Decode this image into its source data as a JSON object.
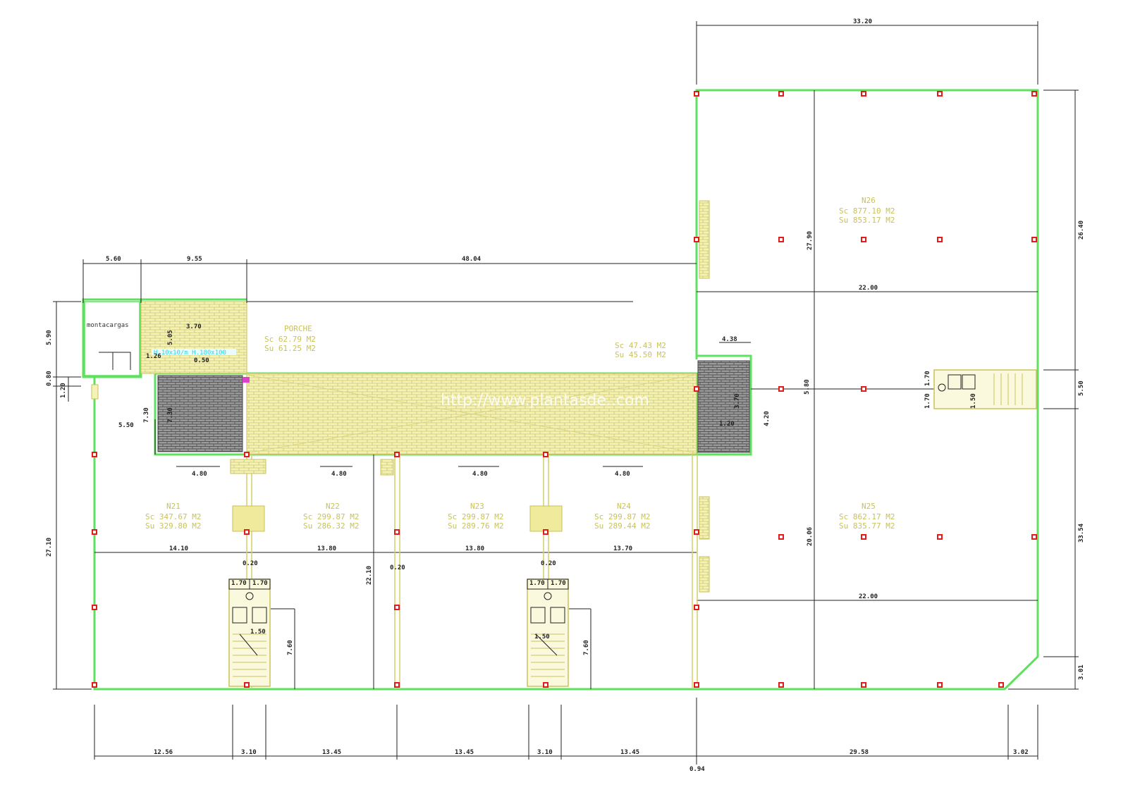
{
  "colors": {
    "wall": "#5fe05f",
    "yellow_lines": "#d4cf6a",
    "columns": "#e21b1b",
    "dimensions": "#222222",
    "hatch_grey": "#8c8c8c",
    "cyan_note": "#2cd9e6"
  },
  "top_dims": {
    "d5_60": "5.60",
    "d9_55": "9.55",
    "d48_04": "48.04",
    "d33_20": "33.20"
  },
  "right_dims": {
    "d26_40": "26.40",
    "d5_50": "5.50",
    "d33_54": "33.54",
    "d3_01": "3.01"
  },
  "left_dims": {
    "d5_90": "5.90",
    "d0_80": "0.80",
    "d1_20": "1.20",
    "d27_10": "27.10"
  },
  "bottom_dims": {
    "b1": "12.56",
    "b2": "3.10",
    "b3": "13.45",
    "b4": "13.45",
    "b5": "3.10",
    "b6": "13.45",
    "b7": "0.94",
    "b8": "29.58",
    "b9": "3.02"
  },
  "inner_dims": {
    "d3_70": "3.70",
    "d5_05": "5.05",
    "d0_50": "0.50",
    "d1_26": "1.26",
    "d5_50": "5.50",
    "d7_30a": "7.30",
    "d7_30b": "7.30",
    "d4_80a": "4.80",
    "d4_80b": "4.80",
    "d4_80c": "4.80",
    "d4_80d": "4.80",
    "d14_10": "14.10",
    "d13_80a": "13.80",
    "d13_80b": "13.80",
    "d13_70": "13.70",
    "d0_20a": "0.20",
    "d0_20b": "0.20",
    "d0_20c": "0.20",
    "d22_10": "22.10",
    "d1_70a": "1.70",
    "d1_70b": "1.70",
    "d1_70c": "1.70",
    "d1_70d": "1.70",
    "d1_50a": "1.50",
    "d1_50b": "1.50",
    "d7_60a": "7.60",
    "d7_60b": "7.60",
    "d4_38": "4.38",
    "d4_20": "4.20",
    "d3_70b": "3.70",
    "d1_20b": "1.20",
    "d5_80": "5.80",
    "d27_90": "27.90",
    "d22_00a": "22.00",
    "d22_00b": "22.00",
    "d20_06": "20.06",
    "d1_70e": "1.70",
    "d1_70f": "1.70",
    "d1_50c": "1.50"
  },
  "labels": {
    "montacargas": "montacargas",
    "cyan_note": "H.10x10/m H.180x100",
    "porche_title": "PORCHE",
    "porche_sc": "Sc 62.79  M2",
    "porche_su": "Su 61.25  M2",
    "small_sc": "Sc 47.43 M2",
    "small_su": "Su 45.50 M2",
    "watermark": "http://www.plantasde..com"
  },
  "units": [
    {
      "name": "N21",
      "sc": "Sc 347.67 M2",
      "su": "Su 329.80 M2"
    },
    {
      "name": "N22",
      "sc": "Sc 299.87 M2",
      "su": "Su 286.32 M2"
    },
    {
      "name": "N23",
      "sc": "Sc 299.87 M2",
      "su": "Su 289.76 M2"
    },
    {
      "name": "N24",
      "sc": "Sc 299.87 M2",
      "su": "Su 289.44 M2"
    },
    {
      "name": "N25",
      "sc": "Sc 862.17 M2",
      "su": "Su 835.77 M2"
    },
    {
      "name": "N26",
      "sc": "Sc 877.10 M2",
      "su": "Su 853.17 M2"
    }
  ]
}
